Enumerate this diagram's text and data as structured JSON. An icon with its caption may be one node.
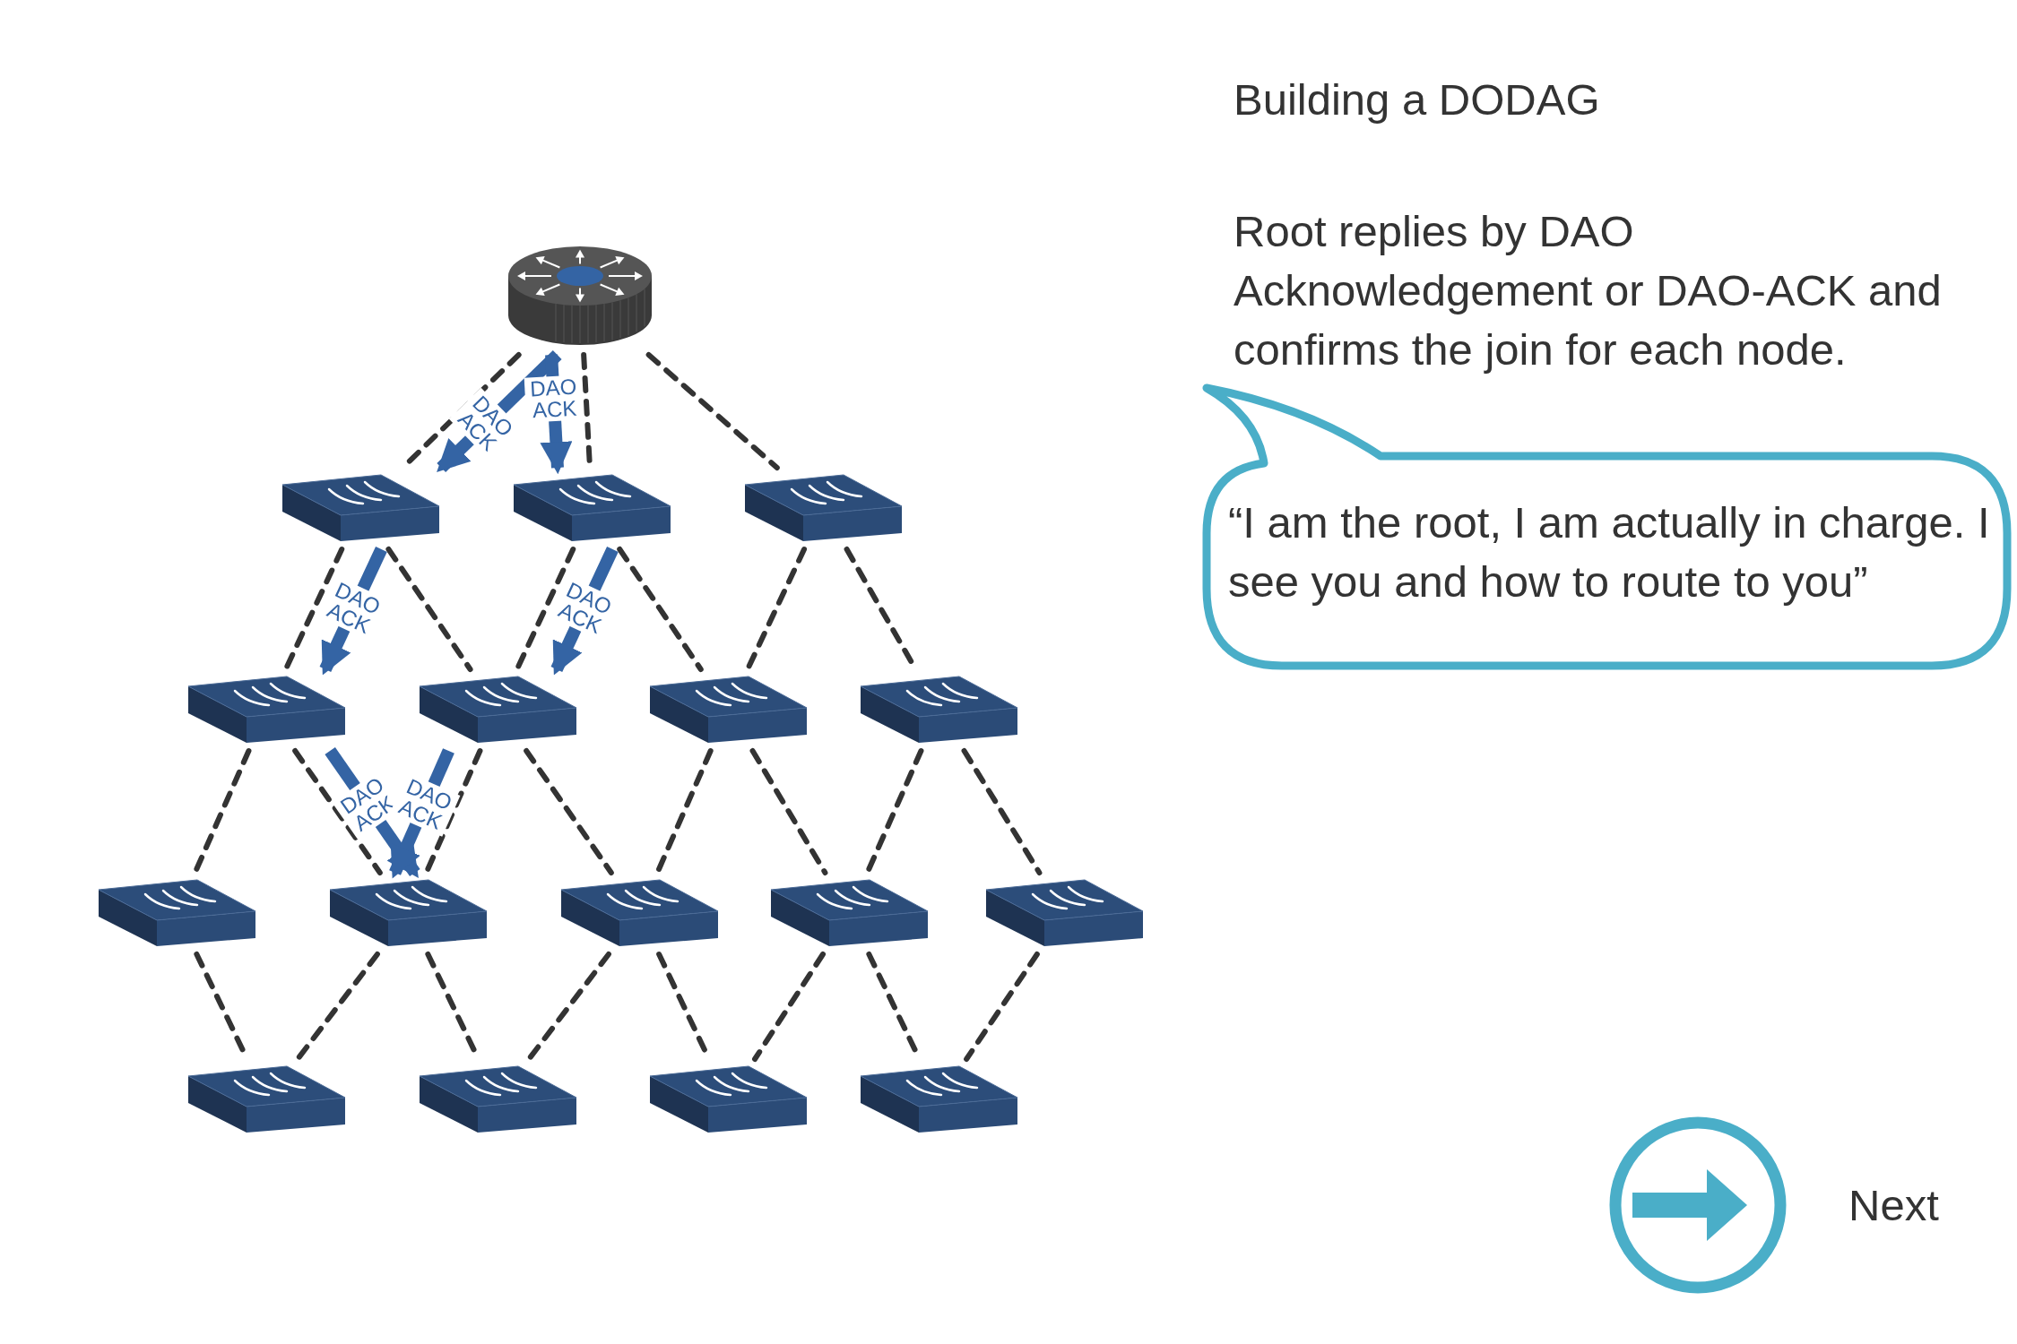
{
  "diagram": {
    "title": "Building a DODAG",
    "nodes": [
      {
        "text": [],
        "shape": "picture"
      },
      {
        "text": [],
        "shape": "picture"
      },
      {
        "text": [],
        "shape": "picture"
      },
      {
        "text": [],
        "shape": "picture"
      },
      {
        "text": [],
        "shape": "picture"
      },
      {
        "text": [],
        "shape": "picture"
      },
      {
        "text": [],
        "shape": "picture"
      },
      {
        "text": [],
        "shape": "picture"
      },
      {
        "text": [],
        "shape": "picture"
      },
      {
        "text": [],
        "shape": "picture"
      },
      {
        "text": [],
        "shape": "picture"
      },
      {
        "text": [],
        "shape": "picture"
      },
      {
        "text": [],
        "shape": "picture"
      },
      {
        "text": [],
        "shape": "picture"
      },
      {
        "text": [],
        "shape": "picture"
      },
      {
        "text": [],
        "shape": "picture"
      },
      {
        "text": [],
        "shape": "picture"
      },
      {
        "text": [
          "“I am the root, I am actually in charge. I see you and how to route to you”"
        ]
      }
    ],
    "edges": [
      {
        "from": 0,
        "to": 1,
        "arrow": "none",
        "style": "dashed"
      },
      {
        "from": 0,
        "to": 2,
        "arrow": "none",
        "style": "dashed"
      },
      {
        "from": 0,
        "to": 3,
        "arrow": "none",
        "style": "dashed"
      },
      {
        "from": 1,
        "to": 4,
        "arrow": "none",
        "style": "dashed"
      },
      {
        "from": 1,
        "to": 5,
        "arrow": "none",
        "style": "dashed"
      },
      {
        "from": 2,
        "to": 5,
        "arrow": "none",
        "style": "dashed"
      },
      {
        "from": 2,
        "to": 6,
        "arrow": "none",
        "style": "dashed"
      },
      {
        "from": 3,
        "to": 6,
        "arrow": "none",
        "style": "dashed"
      },
      {
        "from": 3,
        "to": 7,
        "arrow": "none",
        "style": "dashed"
      },
      {
        "from": 4,
        "to": 8,
        "arrow": "none",
        "style": "dashed"
      },
      {
        "from": 4,
        "to": 9,
        "arrow": "none",
        "style": "dashed"
      },
      {
        "from": 5,
        "to": 9,
        "arrow": "none",
        "style": "dashed"
      },
      {
        "from": 5,
        "to": 10,
        "arrow": "none",
        "style": "dashed"
      },
      {
        "from": 6,
        "to": 10,
        "arrow": "none",
        "style": "dashed"
      },
      {
        "from": 6,
        "to": 11,
        "arrow": "none",
        "style": "dashed"
      },
      {
        "from": 7,
        "to": 11,
        "arrow": "none",
        "style": "dashed"
      },
      {
        "from": 7,
        "to": 12,
        "arrow": "none",
        "style": "dashed"
      },
      {
        "from": 8,
        "to": 13,
        "arrow": "none",
        "style": "dashed"
      },
      {
        "from": 9,
        "to": 13,
        "arrow": "none",
        "style": "dashed"
      },
      {
        "from": 9,
        "to": 14,
        "arrow": "none",
        "style": "dashed"
      },
      {
        "from": 10,
        "to": 14,
        "arrow": "none",
        "style": "dashed"
      },
      {
        "from": 10,
        "to": 15,
        "arrow": "none",
        "style": "dashed"
      },
      {
        "from": 11,
        "to": 15,
        "arrow": "none",
        "style": "dashed"
      },
      {
        "from": 11,
        "to": 16,
        "arrow": "none",
        "style": "dashed"
      },
      {
        "from": 12,
        "to": 16,
        "arrow": "none",
        "style": "dashed"
      },
      {
        "from": 0,
        "to": 1,
        "arrow": "to",
        "label": "DAO ACK",
        "style": "thick",
        "color": "#3464a4"
      },
      {
        "from": 0,
        "to": 2,
        "arrow": "to",
        "label": "DAO ACK",
        "style": "thick",
        "color": "#3464a4"
      },
      {
        "from": 1,
        "to": 4,
        "arrow": "to",
        "label": "DAO ACK",
        "style": "thick",
        "color": "#3464a4"
      },
      {
        "from": 2,
        "to": 5,
        "arrow": "to",
        "label": "DAO ACK",
        "style": "thick",
        "color": "#3464a4"
      },
      {
        "from": 4,
        "to": 9,
        "arrow": "to",
        "label": "DAO ACK",
        "style": "thick",
        "color": "#3464a4"
      },
      {
        "from": 5,
        "to": 9,
        "arrow": "to",
        "label": "DAO ACK",
        "style": "thick",
        "color": "#3464a4"
      }
    ],
    "labels": [
      "Root replies by DAO Acknowledgement or DAO-ACK and confirms the join for each node.",
      "Next"
    ]
  }
}
